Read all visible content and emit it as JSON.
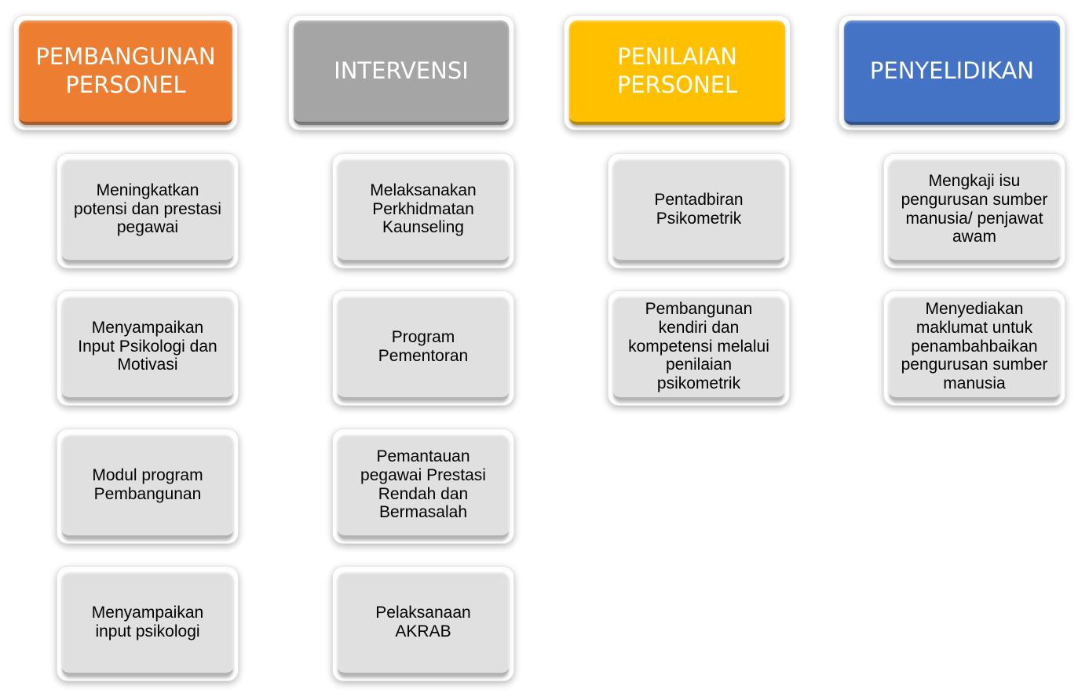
{
  "colors": {
    "orange": "#ed7d31",
    "gray": "#a5a5a5",
    "gold": "#ffc000",
    "blue": "#4472c4",
    "item_fill": "#e0e0e0"
  },
  "columns": [
    {
      "header": "PEMBANGUNAN\nPERSONEL",
      "items": [
        "Meningkatkan\npotensi dan prestasi\npegawai",
        "Menyampaikan\nInput Psikologi dan\nMotivasi",
        "Modul program\nPembangunan",
        "Menyampaikan\ninput psikologi"
      ]
    },
    {
      "header": "INTERVENSI",
      "items": [
        "Melaksanakan\nPerkhidmatan\nKaunseling",
        "Program\nPementoran",
        "Pemantauan\npegawai Prestasi\nRendah dan\nBermasalah",
        "Pelaksanaan\nAKRAB"
      ]
    },
    {
      "header": "PENILAIAN\nPERSONEL",
      "items": [
        "Pentadbiran\nPsikometrik",
        "Pembangunan\nkendiri dan\nkompetensi melalui\npenilaian\npsikometrik"
      ]
    },
    {
      "header": "PENYELIDIKAN",
      "items": [
        "Mengkaji isu\npengurusan sumber\nmanusia/ penjawat\nawam",
        "Menyediakan\nmaklumat untuk\npenambahbaikan\npengurusan sumber\nmanusia"
      ]
    }
  ]
}
